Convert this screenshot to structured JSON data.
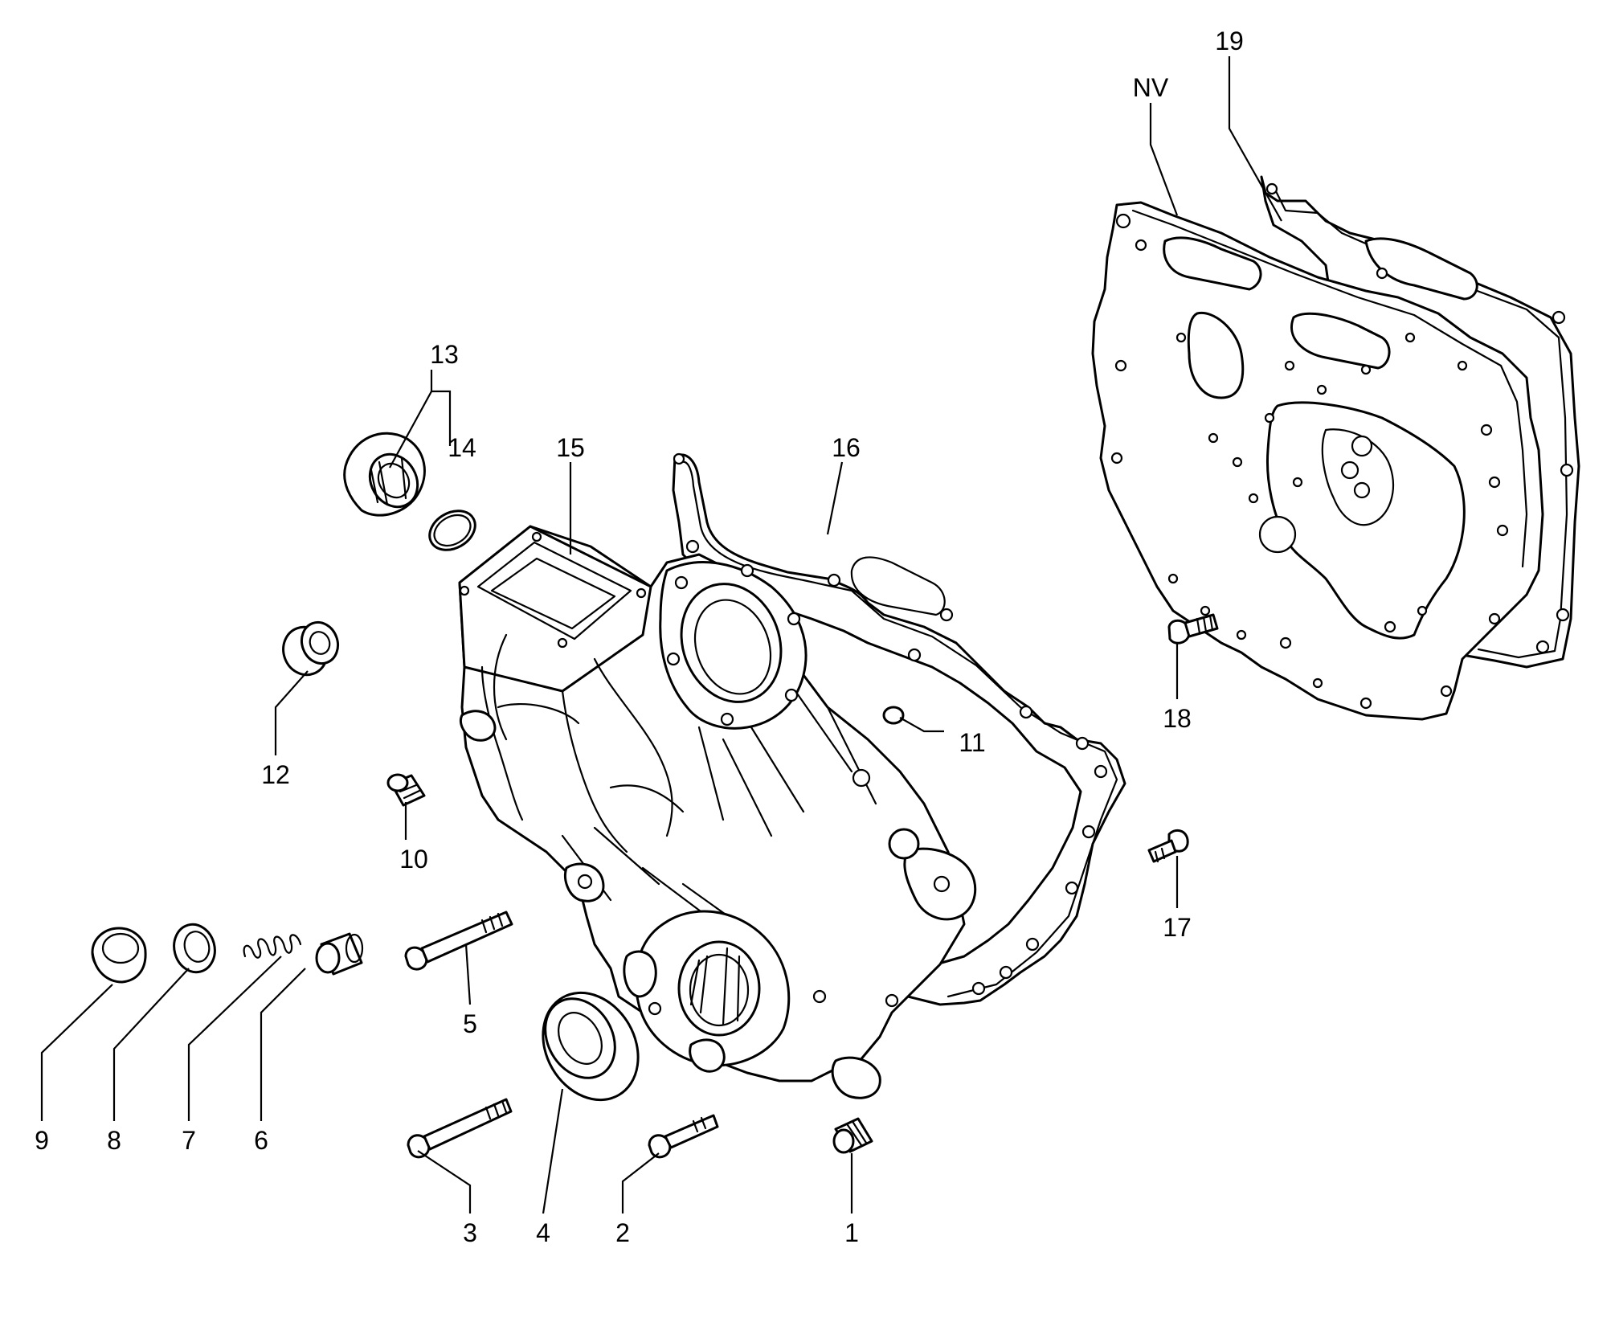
{
  "diagram": {
    "callouts": {
      "c1": "1",
      "c2": "2",
      "c3": "3",
      "c4": "4",
      "c5": "5",
      "c6": "6",
      "c7": "7",
      "c8": "8",
      "c9": "9",
      "c10": "10",
      "c11": "11",
      "c12": "12",
      "c13": "13",
      "c14": "14",
      "c15": "15",
      "c16": "16",
      "c17": "17",
      "c18": "18",
      "c19": "19",
      "nv": "NV"
    }
  }
}
